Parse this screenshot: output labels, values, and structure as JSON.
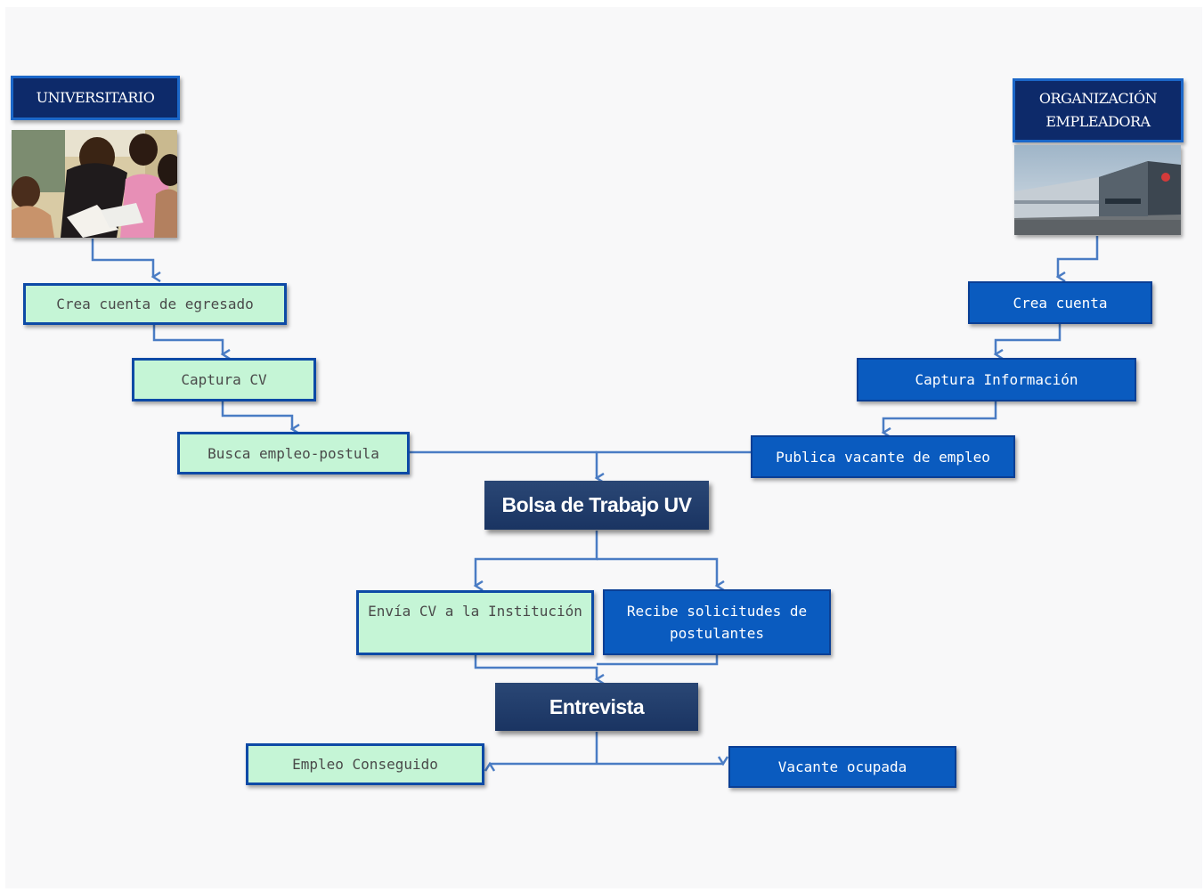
{
  "actors": {
    "student": {
      "label": "UNIVERSITARIO",
      "photo": "students-studying-photo"
    },
    "employer": {
      "label_line1": "ORGANIZACIÓN",
      "label_line2": "EMPLEADORA",
      "photo": "company-building-photo"
    }
  },
  "student_steps": [
    "Crea cuenta de egresado",
    "Captura CV",
    "Busca empleo-postula"
  ],
  "employer_steps": [
    "Crea cuenta",
    "Captura Información",
    "Publica vacante de empleo"
  ],
  "hub": "Bolsa de Trabajo UV",
  "mid_steps": {
    "left": "Envía CV a la Institución",
    "right_line1": "Recibe solicitudes de",
    "right_line2": "postulantes"
  },
  "interview": "Entrevista",
  "outcomes": {
    "left": "Empleo Conseguido",
    "right": "Vacante ocupada"
  },
  "colors": {
    "student_box": "#c5f5d6",
    "employer_box": "#0a5bbf",
    "header_box": "#0d2a6a",
    "hub_box": "#223d6c",
    "connector": "#4a7cc4"
  }
}
